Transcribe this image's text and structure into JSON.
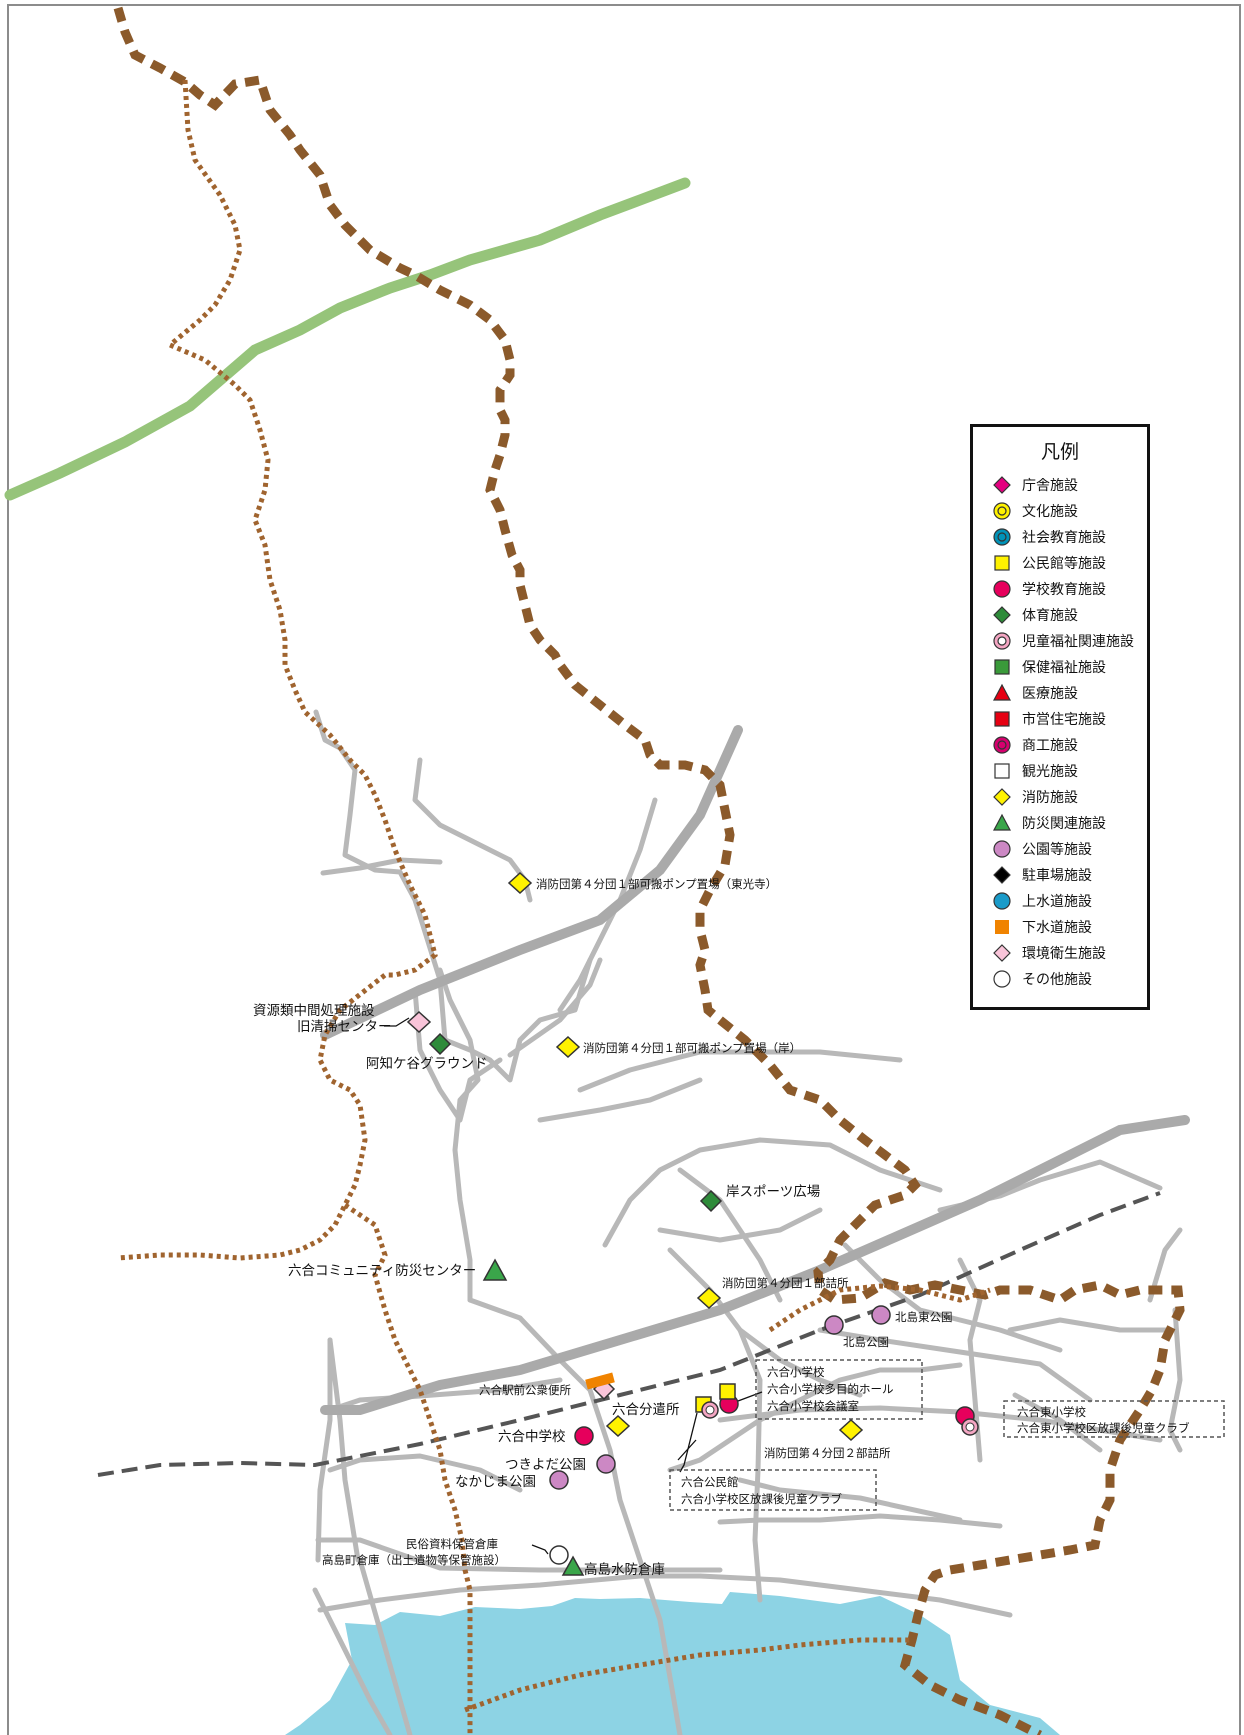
{
  "legend": {
    "title": "凡例",
    "items": [
      {
        "label": "庁舎施設",
        "icon": "magenta-diamond-icon",
        "color": "#e4007f"
      },
      {
        "label": "文化施設",
        "icon": "yellow-double-circle-icon",
        "color": "#fff200"
      },
      {
        "label": "社会教育施設",
        "icon": "teal-double-circle-icon",
        "color": "#0093b8"
      },
      {
        "label": "公民館等施設",
        "icon": "yellow-square-icon",
        "color": "#fff200"
      },
      {
        "label": "学校教育施設",
        "icon": "pink-circle-icon",
        "color": "#e6005c"
      },
      {
        "label": "体育施設",
        "icon": "green-diamond-icon",
        "color": "#2e8b3a"
      },
      {
        "label": "児童福祉関連施設",
        "icon": "pink-ring-icon",
        "color": "#f4a6c3"
      },
      {
        "label": "保健福祉施設",
        "icon": "green-square-icon",
        "color": "#3a9a3a"
      },
      {
        "label": "医療施設",
        "icon": "red-triangle-icon",
        "color": "#e60012"
      },
      {
        "label": "市営住宅施設",
        "icon": "red-square-icon",
        "color": "#e60012"
      },
      {
        "label": "商工施設",
        "icon": "magenta-double-circle-icon",
        "color": "#d6006e"
      },
      {
        "label": "観光施設",
        "icon": "white-square-icon",
        "color": "#ffffff"
      },
      {
        "label": "消防施設",
        "icon": "yellow-diamond-icon",
        "color": "#fff200"
      },
      {
        "label": "防災関連施設",
        "icon": "green-triangle-icon",
        "color": "#3aa64a"
      },
      {
        "label": "公園等施設",
        "icon": "purple-circle-icon",
        "color": "#cc88c4"
      },
      {
        "label": "駐車場施設",
        "icon": "black-diamond-icon",
        "color": "#000000"
      },
      {
        "label": "上水道施設",
        "icon": "blue-circle-icon",
        "color": "#1a9bc9"
      },
      {
        "label": "下水道施設",
        "icon": "orange-square-icon",
        "color": "#f08300"
      },
      {
        "label": "環境衛生施設",
        "icon": "lightpink-diamond-icon",
        "color": "#f9c4d9"
      },
      {
        "label": "その他施設",
        "icon": "white-circle-icon",
        "color": "#ffffff"
      }
    ]
  },
  "map": {
    "colors": {
      "boundary_ward": "#8b5a2b",
      "boundary_town": "#a0642f",
      "expressway": "#96c47a",
      "road": "#b8b8b8",
      "road_main": "#aaaaaa",
      "river": "#8dd3e4",
      "railway": "#555555"
    },
    "labels": {
      "fire_tokoji": "消防団第４分団１部可搬ポンプ置場（東光寺）",
      "recycle_1": "資源類中間処理施設",
      "recycle_2": "旧清掃センター",
      "achigadani": "阿知ケ谷グラウンド",
      "fire_kishi": "消防団第４分団１部可搬ポンプ置場（岸）",
      "kishi_sports": "岸スポーツ広場",
      "community_bosai": "六合コミュニティ防災センター",
      "fire_1bu": "消防団第４分団１部詰所",
      "kitajima_higashi_park": "北島東公園",
      "kitajima_park": "北島公園",
      "rokugo_es_1": "六合小学校",
      "rokugo_es_2": "六合小学校多目的ホール",
      "rokugo_es_3": "六合小学校会議室",
      "station_toilet": "六合駅前公衆便所",
      "rokugo_branch": "六合分遣所",
      "rokugo_higashi_1": "六合東小学校",
      "rokugo_higashi_2": "六合東小学校区放課後児童クラブ",
      "rokugo_jhs": "六合中学校",
      "fire_2bu": "消防団第４分団２部詰所",
      "tsukiyoda_park": "つきよだ公園",
      "nakajima_park": "なかじま公園",
      "kominkan_1": "六合公民館",
      "kominkan_2": "六合小学校区放課後児童クラブ",
      "minzoku_1": "民俗資料保管倉庫",
      "minzoku_2": "高島町倉庫（出土遺物等保管施設）",
      "takashima_suibo": "高島水防倉庫"
    }
  }
}
